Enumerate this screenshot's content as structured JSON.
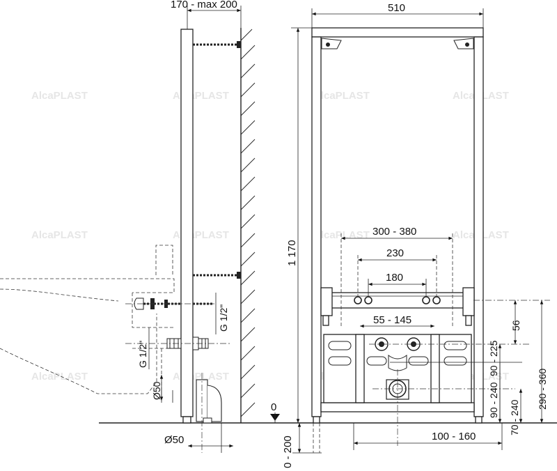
{
  "watermark": "AlcaPLAST",
  "dimensions": {
    "side_depth": "170 - max 200",
    "frame_width": "510",
    "total_height": "1 170",
    "tap_range": "300 - 380",
    "tap_230": "230",
    "tap_180": "180",
    "inlet_spacing": "55 - 145",
    "thread_wall": "G 1/2\"",
    "thread_bidet": "G 1/2\"",
    "drain_dia_vertical": "Ø50",
    "drain_dia_bottom": "Ø50",
    "floor_zero": "0",
    "floor_adjust": "0 - 200",
    "drain_offset": "100 - 160",
    "h_56": "56",
    "h_90_225": "90 - 225",
    "h_90_240": "90 - 240",
    "h_70_240": "70 - 240",
    "h_290_360": "290 - 360"
  },
  "colors": {
    "line": "#222222",
    "watermark": "#e6e6e6",
    "background": "#ffffff"
  }
}
